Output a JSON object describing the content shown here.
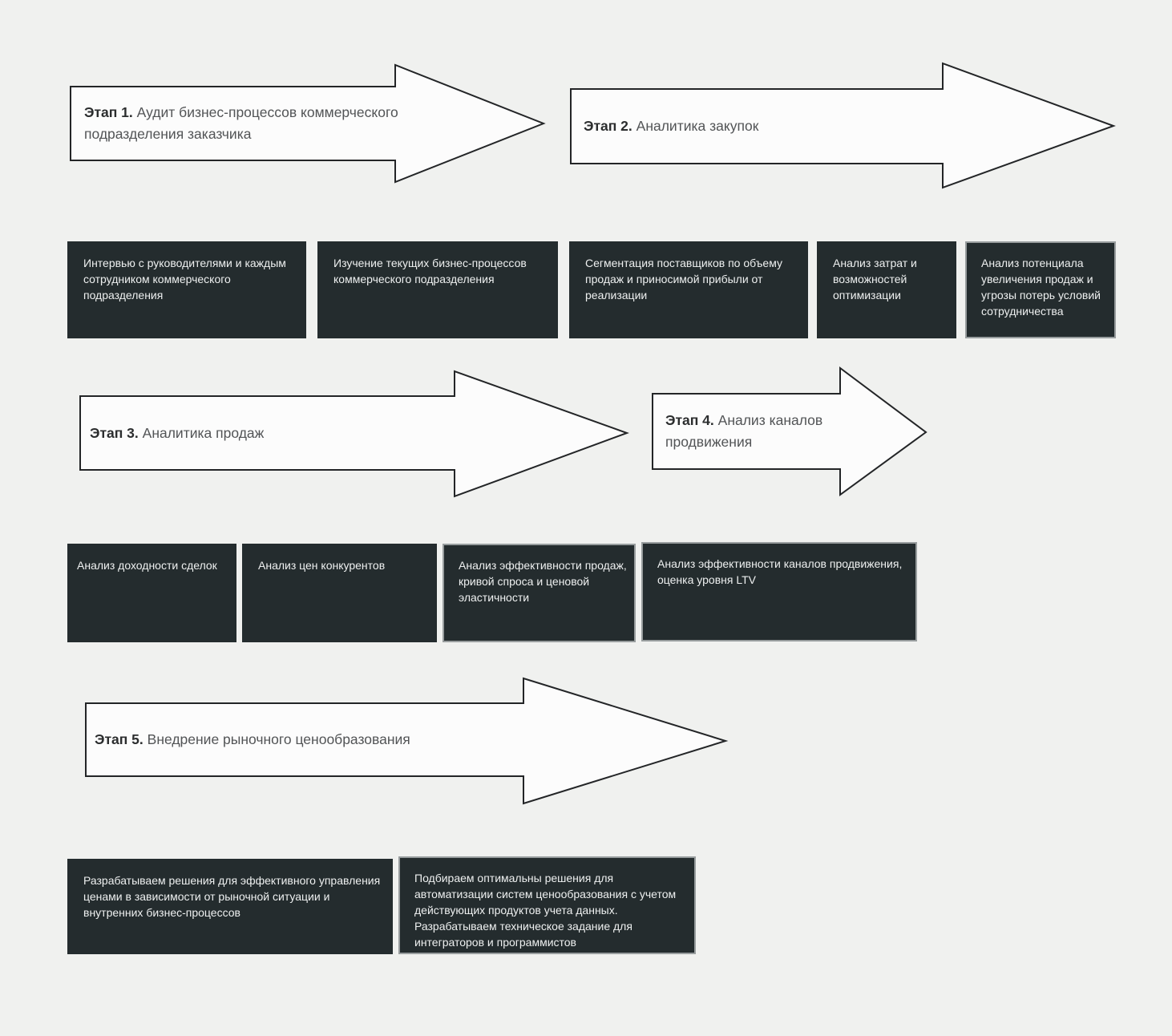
{
  "stages": [
    {
      "label": "Этап 1.",
      "title": "Аудит бизнес-процессов коммерческого подразделения заказчика"
    },
    {
      "label": "Этап 2.",
      "title": "Аналитика закупок"
    },
    {
      "label": "Этап 3.",
      "title": "Аналитика продаж"
    },
    {
      "label": "Этап 4.",
      "title": "Анализ каналов продвижения"
    },
    {
      "label": "Этап 5.",
      "title": "Внедрение рыночного ценообразования"
    }
  ],
  "cards": {
    "row1": [
      {
        "text": "Интервью с руководителями и каждым сотрудником коммерческого подразделения"
      },
      {
        "text": "Изучение текущих бизнес-процессов коммерческого подразделения"
      },
      {
        "text": "Сегментация поставщиков по объему продаж и приносимой прибыли от реализации"
      },
      {
        "text": "Анализ затрат и возможностей оптимизации"
      },
      {
        "text": "Анализ потенциала увеличения продаж и угрозы потерь условий сотрудничества"
      }
    ],
    "row2": [
      {
        "text": "Анализ доходности сделок"
      },
      {
        "text": "Анализ цен конкурентов"
      },
      {
        "text": "Анализ эффективности продаж, кривой спроса и ценовой эластичности"
      },
      {
        "text": "Анализ эффективности каналов продвижения, оценка уровня LTV"
      }
    ],
    "row3": [
      {
        "text": "Разрабатываем решения для эффективного управления ценами в зависимости от рыночной ситуации и внутренних бизнес-процессов"
      },
      {
        "text": "Подбираем оптимальны решения для автоматизации систем ценообразования с учетом действующих продуктов учета данных. Разрабатываем техническое задание для интеграторов и программистов"
      }
    ]
  },
  "colors": {
    "page-bg": "#f0f1ef",
    "card-bg": "#242c2e",
    "card-text": "#eef0f0",
    "card-border": "#989d9e",
    "arrow-fill": "#fcfcfc",
    "arrow-stroke": "#232527",
    "stage-number": "#2b2d2e",
    "stage-title": "#525456"
  }
}
